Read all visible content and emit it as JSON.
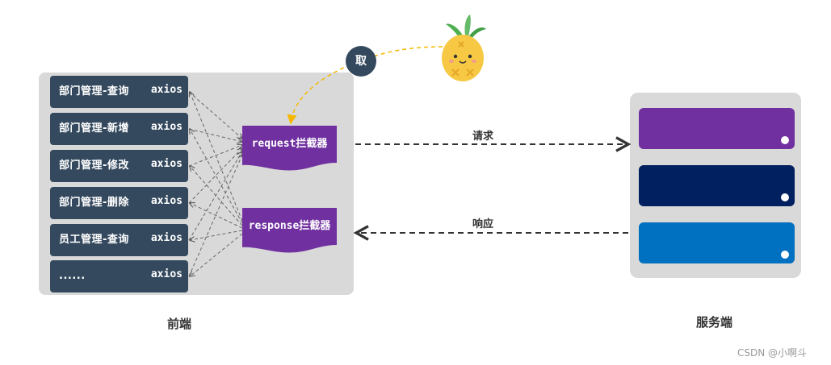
{
  "frontend": {
    "caption": "前端",
    "api_rows": [
      {
        "label": "部门管理-查询",
        "tag": "axios"
      },
      {
        "label": "部门管理-新增",
        "tag": "axios"
      },
      {
        "label": "部门管理-修改",
        "tag": "axios"
      },
      {
        "label": "部门管理-删除",
        "tag": "axios"
      },
      {
        "label": "员工管理-查询",
        "tag": "axios"
      },
      {
        "label": "......",
        "tag": "axios"
      }
    ],
    "request_interceptor": "request拦截器",
    "response_interceptor": "response拦截器"
  },
  "fetch_badge": "取",
  "arrows": {
    "request_label": "请求",
    "response_label": "响应"
  },
  "server": {
    "caption": "服务端",
    "bars": [
      {
        "color": "#7030a0"
      },
      {
        "color": "#002060"
      },
      {
        "color": "#0070c0"
      }
    ]
  },
  "watermark": "CSDN @小啊斗",
  "colors": {
    "panel": "#d9d9d9",
    "api_row": "#34495e",
    "interceptor": "#7030a0",
    "dashed_arrow": "#333333",
    "fetch_curve": "#f5b800"
  },
  "icons": {
    "mascot": "pineapple-icon"
  }
}
